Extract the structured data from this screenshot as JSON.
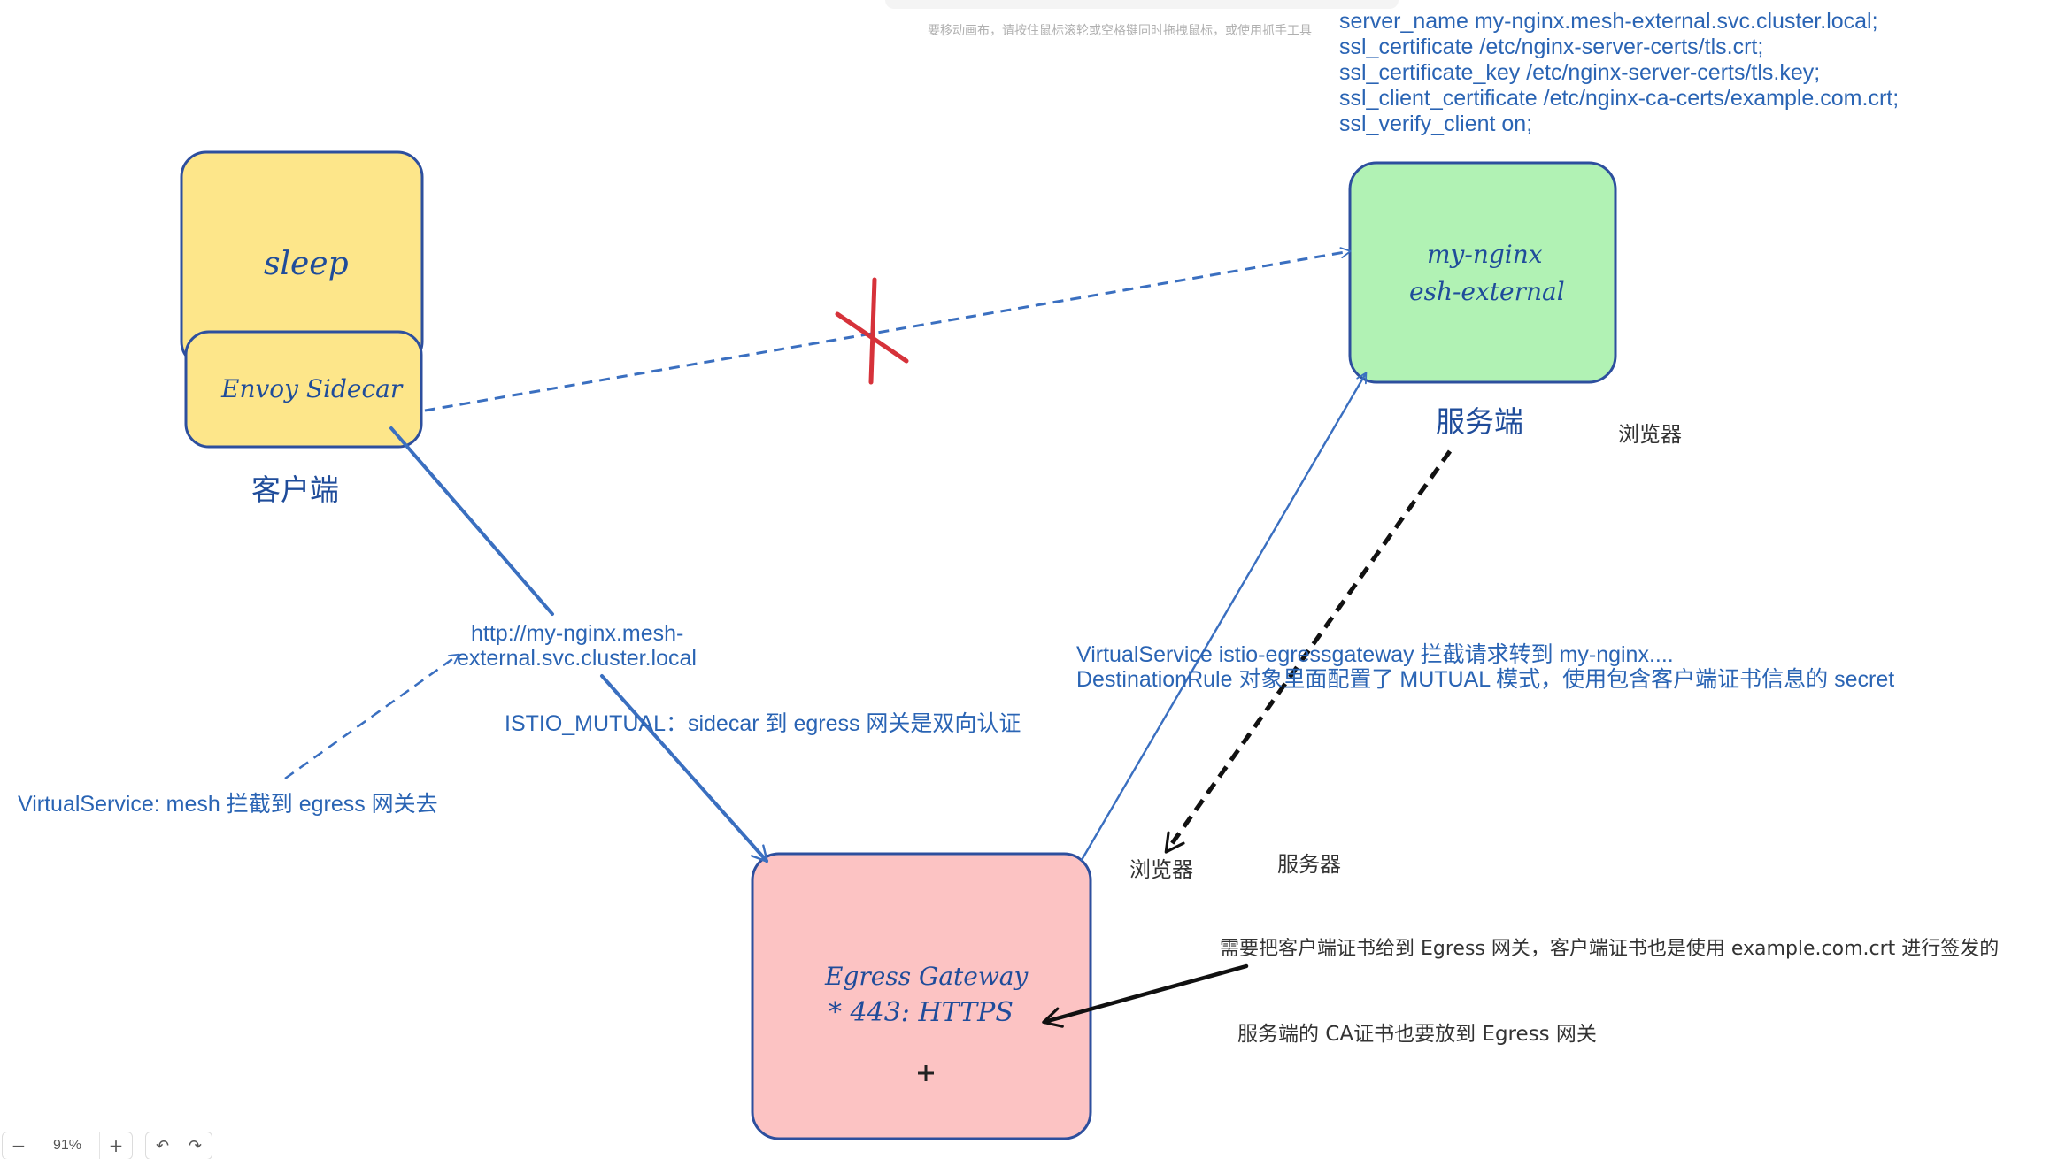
{
  "hint": {
    "text": "要移动画布，请按住鼠标滚轮或空格键同时拖拽鼠标，或使用抓手工具"
  },
  "config": {
    "lines": [
      "server_name my-nginx.mesh-external.svc.cluster.local;",
      "ssl_certificate /etc/nginx-server-certs/tls.crt;",
      "ssl_certificate_key /etc/nginx-server-certs/tls.key;",
      "ssl_client_certificate /etc/nginx-ca-certs/example.com.crt;",
      "ssl_verify_client on;"
    ]
  },
  "nodes": {
    "sleep": {
      "label": "sleep",
      "fill": "#fde68a",
      "stroke": "#2d4f9e"
    },
    "sidecar": {
      "label": "Envoy Sidecar",
      "fill": "#fde68a",
      "stroke": "#2d4f9e"
    },
    "nginx": {
      "line1": "my-nginx",
      "line2": "esh-external",
      "fill": "#b1f2b4",
      "stroke": "#2d4f9e"
    },
    "egress": {
      "line1": "Egress Gateway",
      "line2": "* 443: HTTPS",
      "fill": "#fcc3c3",
      "stroke": "#2d4f9e"
    }
  },
  "labels": {
    "client": "客户端",
    "server": "服务端",
    "browser_top": "浏览器",
    "browser_mid": "浏览器",
    "server_machine": "服务器",
    "url_line1": "http://my-nginx.mesh-",
    "url_line2": "external.svc.cluster.local",
    "istio_mutual": "ISTIO_MUTUAL：sidecar 到 egress 网关是双向认证",
    "vs_mesh": "VirtualService: mesh 拦截到 egress 网关去",
    "vs_egress": "VirtualService istio-egressgateway 拦截请求转到 my-nginx....",
    "dr_mutual": "DestinationRule 对象里面配置了 MUTUAL 模式，使用包含客户端证书信息的 secret",
    "client_cert_note": "需要把客户端证书给到 Egress 网关，客户端证书也是使用 example.com.crt 进行签发的",
    "ca_note": "服务端的 CA证书也要放到 Egress 网关"
  },
  "toolbar": {
    "zoom_out": "−",
    "zoom_value": "91%",
    "zoom_in": "+",
    "undo": "↶",
    "redo": "↷"
  },
  "colors": {
    "arrow_blue": "#3a6fc0",
    "arrow_black": "#111111",
    "cross_red": "#d6323a",
    "text_blue": "#2a64b4"
  }
}
